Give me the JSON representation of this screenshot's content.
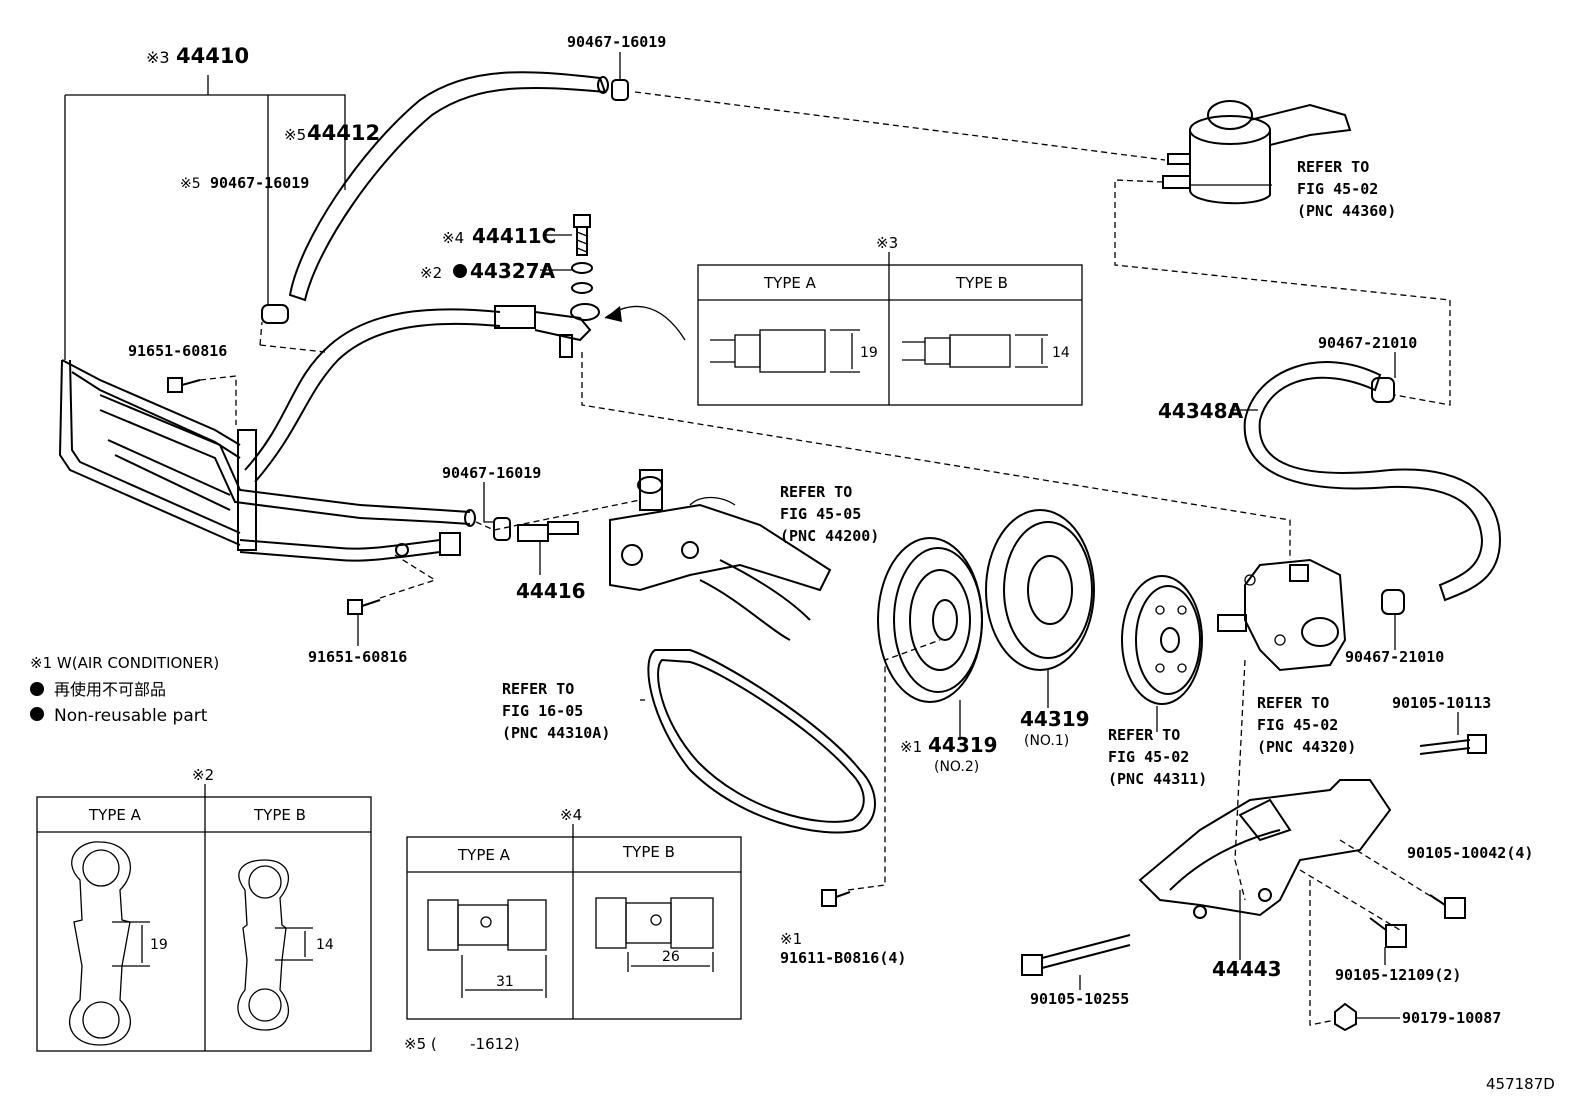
{
  "labels": {
    "p44410": "44410",
    "m44410": "※3",
    "p44412": "44412",
    "m44412": "※5",
    "clamp_top": "90467-16019",
    "clamp_left": "90467-16019",
    "m_clamp_left": "※5",
    "p44411c": "44411C",
    "m44411c": "※4",
    "p44327a": "44327A",
    "m44327a": "※2",
    "bolt_upper": "91651-60816",
    "clamp_mid": "90467-16019",
    "p44416": "44416",
    "bolt_lower": "91651-60816",
    "refer_4505_a": "REFER TO",
    "refer_4505_b": "FIG 45-05",
    "refer_4505_c": "(PNC 44200)",
    "refer_4502_top_a": "REFER TO",
    "refer_4502_top_b": "FIG 45-02",
    "refer_4502_top_c": "(PNC 44360)",
    "clamp_right_top": "90467-21010",
    "p44348a": "44348A",
    "clamp_right_bot": "90467-21010",
    "refer_1605_a": "REFER TO",
    "refer_1605_b": "FIG 16-05",
    "refer_1605_c": "(PNC 44310A)",
    "p44319_no2": "44319",
    "m44319_no2": "※1",
    "no2": "(NO.2)",
    "p44319_no1": "44319",
    "no1": "(NO.1)",
    "refer_4502_mid_a": "REFER TO",
    "refer_4502_mid_b": "FIG 45-02",
    "refer_4502_mid_c": "(PNC 44311)",
    "refer_4502_pump_a": "REFER TO",
    "refer_4502_pump_b": "FIG 45-02",
    "refer_4502_pump_c": "(PNC 44320)",
    "bolt_10113": "90105-10113",
    "bolt_10042": "90105-10042(4)",
    "bolt_12109": "90105-12109(2)",
    "nut_10087": "90179-10087",
    "bolt_10255": "90105-10255",
    "p44443": "44443",
    "bolt_b0816_mark": "※1",
    "bolt_b0816": "91611-B0816(4)",
    "figure_id": "457187D"
  },
  "notes": {
    "note1": "※1 W(AIR CONDITIONER)",
    "note_jp": "再使用不可部品",
    "note_en": "Non-reusable part",
    "note5": "※5 (       -1612)"
  },
  "tables": {
    "t3": {
      "mark": "※3",
      "type_a": "TYPE A",
      "type_b": "TYPE B",
      "dim_a": "19",
      "dim_b": "14"
    },
    "t2": {
      "mark": "※2",
      "type_a": "TYPE A",
      "type_b": "TYPE B",
      "dim_a": "19",
      "dim_b": "14"
    },
    "t4": {
      "mark": "※4",
      "type_a": "TYPE A",
      "type_b": "TYPE B",
      "dim_a": "31",
      "dim_b": "26"
    }
  }
}
